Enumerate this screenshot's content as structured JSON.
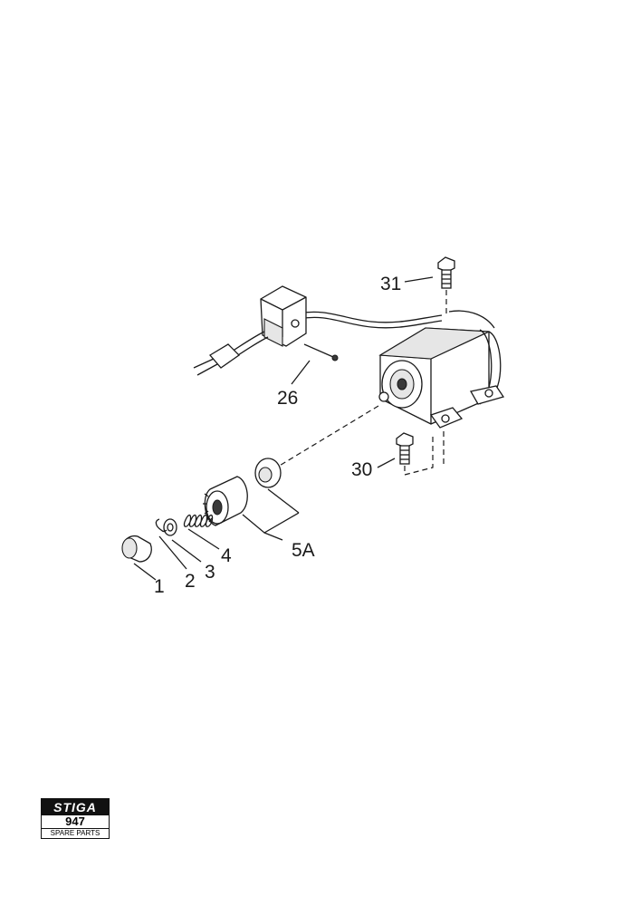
{
  "callouts": {
    "c1": "1",
    "c2": "2",
    "c3": "3",
    "c4": "4",
    "c5a": "5A",
    "c26": "26",
    "c30": "30",
    "c31": "31"
  },
  "logo": {
    "brand": "STIGA",
    "number": "947",
    "subtitle": "SPARE PARTS"
  }
}
